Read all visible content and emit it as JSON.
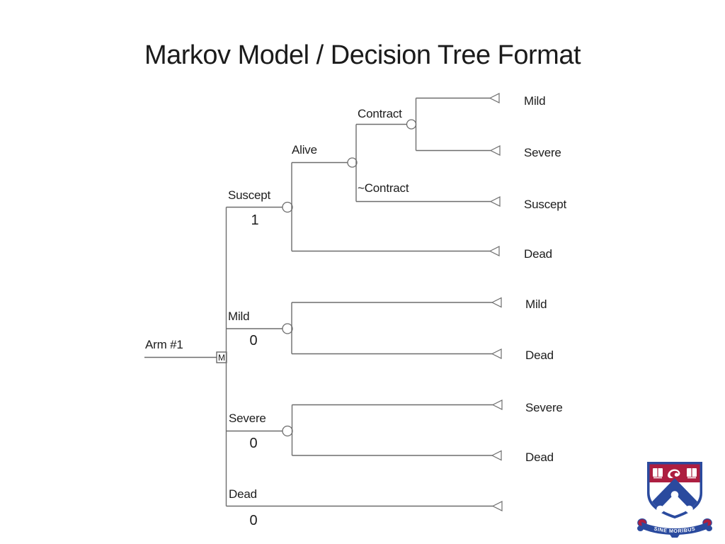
{
  "slide": {
    "title": "Markov Model / Decision Tree Format",
    "colors": {
      "background": "#ffffff",
      "title_text": "#1b1b1b",
      "tree_lines": "#6d6d6d",
      "tree_text": "#1d1d1d"
    }
  },
  "tree": {
    "arm": {
      "label": "Arm #1",
      "node_symbol": "M"
    },
    "branches": [
      {
        "label": "Suscept",
        "value": "1"
      },
      {
        "label": "Mild",
        "value": "0"
      },
      {
        "label": "Severe",
        "value": "0"
      },
      {
        "label": "Dead",
        "value": "0"
      }
    ],
    "suscept_subtree": {
      "alive": {
        "label": "Alive"
      },
      "contract": {
        "label": "Contract",
        "outcomes": [
          "Mild",
          "Severe"
        ]
      },
      "not_contract": {
        "label": "~Contract",
        "outcome": "Suscept"
      },
      "dead_outcome": "Dead"
    },
    "mild_subtree": {
      "outcomes": [
        "Mild",
        "Dead"
      ]
    },
    "severe_subtree": {
      "outcomes": [
        "Severe",
        "Dead"
      ]
    }
  },
  "logo": {
    "name": "university-of-pennsylvania-shield",
    "motto_text": "SINE MORIBUS",
    "colors": {
      "blue": "#2a4a9e",
      "red": "#ad1e40"
    }
  }
}
